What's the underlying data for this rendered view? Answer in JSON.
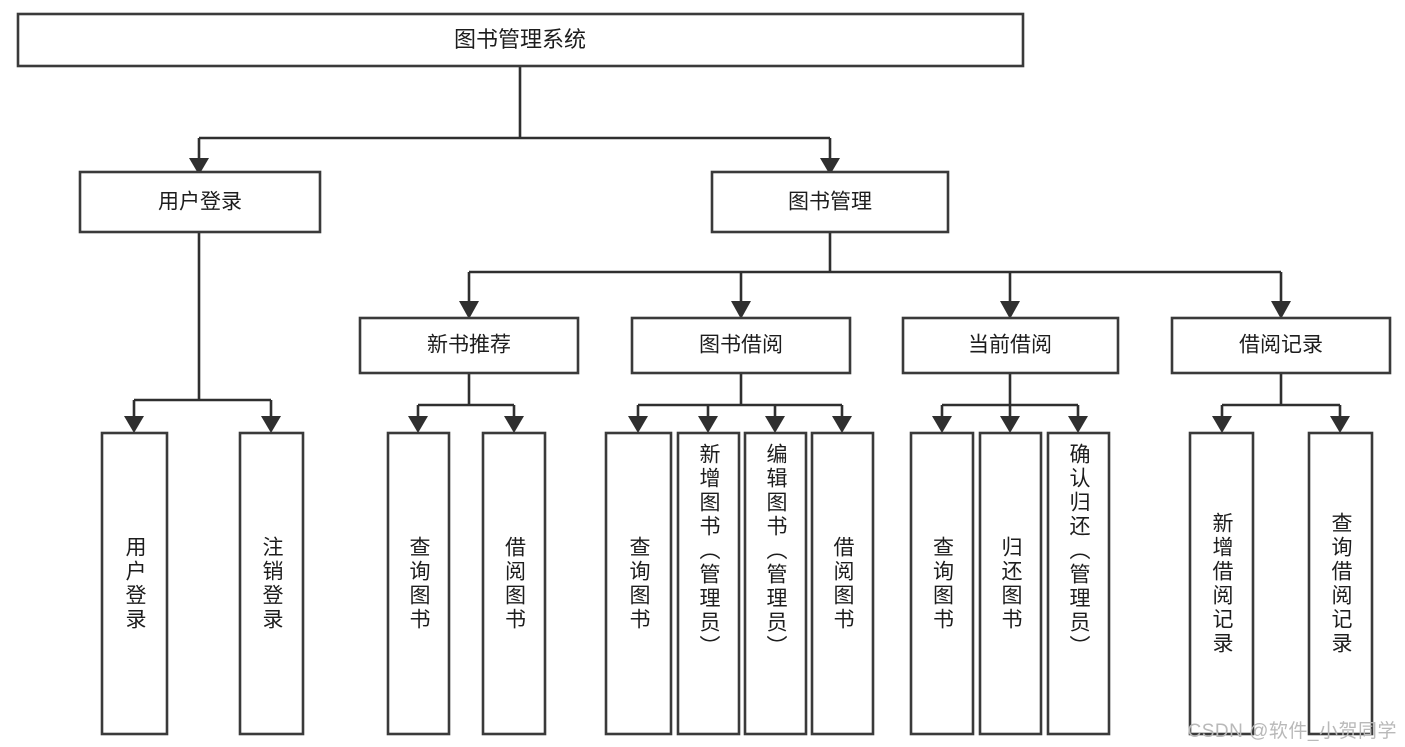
{
  "diagram": {
    "type": "tree-hierarchy",
    "title": "图书管理系统",
    "root": {
      "id": "root",
      "label": "图书管理系统",
      "orientation": "horizontal"
    },
    "level1": [
      {
        "id": "user-login",
        "label": "用户登录",
        "orientation": "horizontal"
      },
      {
        "id": "book-management",
        "label": "图书管理",
        "orientation": "horizontal"
      }
    ],
    "level2": [
      {
        "id": "new-book-recommend",
        "label": "新书推荐",
        "parent": "book-management",
        "orientation": "horizontal"
      },
      {
        "id": "book-borrow",
        "label": "图书借阅",
        "parent": "book-management",
        "orientation": "horizontal"
      },
      {
        "id": "current-borrow",
        "label": "当前借阅",
        "parent": "book-management",
        "orientation": "horizontal"
      },
      {
        "id": "borrow-record",
        "label": "借阅记录",
        "parent": "book-management",
        "orientation": "horizontal"
      }
    ],
    "leaves": [
      {
        "id": "leaf-user-login",
        "label": "用户登录",
        "parent": "user-login",
        "orientation": "vertical"
      },
      {
        "id": "leaf-user-logout",
        "label": "注销登录",
        "parent": "user-login",
        "orientation": "vertical"
      },
      {
        "id": "leaf-query-book-1",
        "label": "查询图书",
        "parent": "new-book-recommend",
        "orientation": "vertical"
      },
      {
        "id": "leaf-borrow-book-1",
        "label": "借阅图书",
        "parent": "new-book-recommend",
        "orientation": "vertical"
      },
      {
        "id": "leaf-query-book-2",
        "label": "查询图书",
        "parent": "book-borrow",
        "orientation": "vertical"
      },
      {
        "id": "leaf-add-book",
        "label": "新增图书（管理员）",
        "parent": "book-borrow",
        "orientation": "vertical"
      },
      {
        "id": "leaf-edit-book",
        "label": "编辑图书（管理员）",
        "parent": "book-borrow",
        "orientation": "vertical"
      },
      {
        "id": "leaf-borrow-book-2",
        "label": "借阅图书",
        "parent": "book-borrow",
        "orientation": "vertical"
      },
      {
        "id": "leaf-query-book-3",
        "label": "查询图书",
        "parent": "current-borrow",
        "orientation": "vertical"
      },
      {
        "id": "leaf-return-book",
        "label": "归还图书",
        "parent": "current-borrow",
        "orientation": "vertical"
      },
      {
        "id": "leaf-confirm-return",
        "label": "确认归还（管理员）",
        "parent": "current-borrow",
        "orientation": "vertical"
      },
      {
        "id": "leaf-add-record",
        "label": "新增借阅记录",
        "parent": "borrow-record",
        "orientation": "vertical"
      },
      {
        "id": "leaf-query-record",
        "label": "查询借阅记录",
        "parent": "borrow-record",
        "orientation": "vertical"
      }
    ],
    "colors": {
      "box_stroke": "#3a3a3a",
      "box_fill": "#ffffff",
      "connector": "#2f2f2f",
      "text": "#1d1d1d",
      "background": "#ffffff",
      "watermark": "#b9b9b9"
    }
  },
  "watermark": {
    "text": "CSDN @软件_小贺同学"
  }
}
